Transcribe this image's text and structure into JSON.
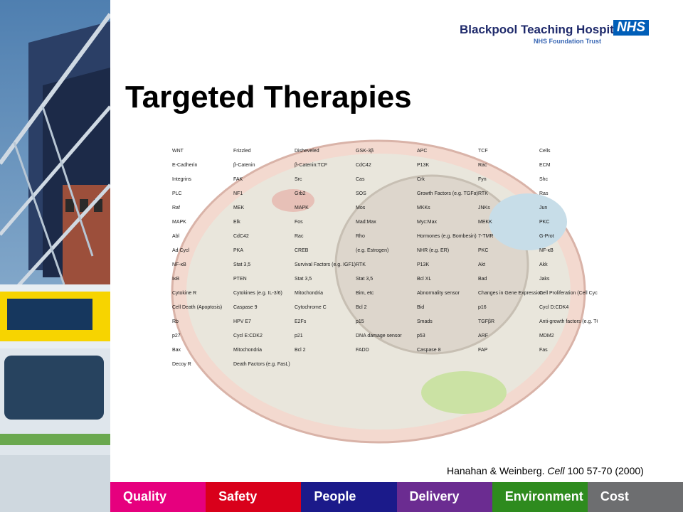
{
  "header": {
    "org_name": "Blackpool Teaching Hospitals",
    "org_sub": "NHS Foundation Trust",
    "nhs_badge": "NHS"
  },
  "slide": {
    "title": "Targeted Therapies"
  },
  "citation": {
    "authors": "Hanahan & Weinberg. ",
    "journal": "Cell",
    "ref": " 100 57-70 (2000)"
  },
  "diagram": {
    "labels": [
      "WNT",
      "Frizzled",
      "Disheveled",
      "GSK-3β",
      "APC",
      "TCF",
      "Cells",
      "E-Cadherin",
      "β-Catenin",
      "β-Catenin:TCF",
      "CdC42",
      "P13K",
      "Rac",
      "ECM",
      "Integrins",
      "FAK",
      "Src",
      "Cas",
      "Crk",
      "Fyn",
      "Shc",
      "PLC",
      "NF1",
      "Grb2",
      "SOS",
      "Growth Factors (e.g. TGFα)",
      "RTK",
      "Ras",
      "Raf",
      "MEK",
      "MAPK",
      "Mos",
      "MKKs",
      "JNKs",
      "Jun",
      "MAPK",
      "Elk",
      "Fos",
      "Mad:Max",
      "Myc:Max",
      "MEKK",
      "PKC",
      "Abl",
      "CdC42",
      "Rac",
      "Rho",
      "Hormones (e.g. Bombesin)",
      "7-TMR",
      "G-Prot",
      "Ad Cycl",
      "PKA",
      "CREB",
      "(e.g. Estrogen)",
      "NHR (e.g. ER)",
      "PKC",
      "NF-κB",
      "NF-κB",
      "Stat 3,5",
      "Survival Factors (e.g. IGF1)",
      "RTK",
      "P13K",
      "Akt",
      "Akk",
      "IκB",
      "PTEN",
      "Stat 3,5",
      "Stat 3,5",
      "Bcl XL",
      "Bad",
      "Jaks",
      "Cytokine R",
      "Cytokines (e.g. IL-3/6)",
      "Mitochondria",
      "Bim, etc",
      "Abnormality sensor",
      "Changes in Gene Expression",
      "Cell Proliferation (Cell Cycle)",
      "Cell Death (Apoptosis)",
      "Caspase 9",
      "Cytochrome C",
      "Bcl 2",
      "Bid",
      "p16",
      "Cycl D:CDK4",
      "Rb",
      "HPV E7",
      "E2Fs",
      "p15",
      "Smads",
      "TGFβR",
      "Anti-growth factors (e.g. TGFβ)",
      "p27",
      "Cycl E:CDK2",
      "p21",
      "DNA damage sensor",
      "p53",
      "ARF",
      "MDM2",
      "Bax",
      "Mitochondria",
      "Bcl 2",
      "FADD",
      "Caspase 8",
      "FAP",
      "Fas",
      "Decoy R",
      "Death Factors (e.g. FasL)"
    ]
  },
  "bottom_bar": [
    {
      "label": "Quality",
      "color": "#e6007e"
    },
    {
      "label": "Safety",
      "color": "#d9001b"
    },
    {
      "label": "People",
      "color": "#1b1a8a"
    },
    {
      "label": "Delivery",
      "color": "#6b2c91"
    },
    {
      "label": "Environment",
      "color": "#2e8b1e"
    },
    {
      "label": "Cost",
      "color": "#6d6e70"
    }
  ]
}
